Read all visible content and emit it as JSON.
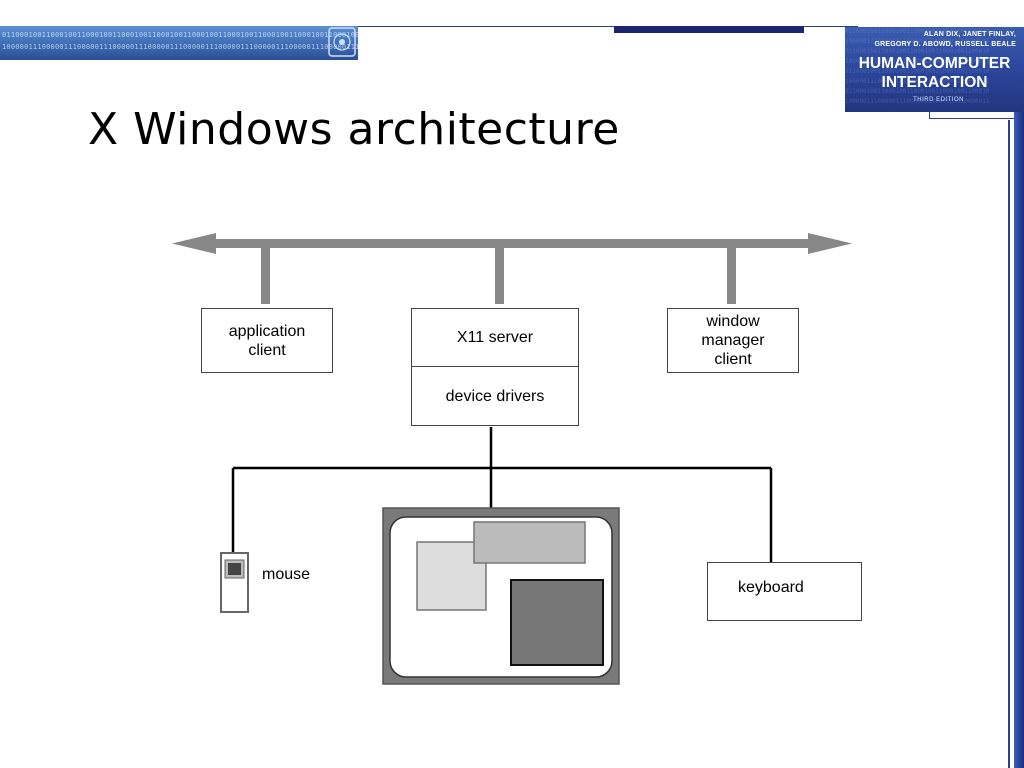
{
  "slide": {
    "title": "X Windows architecture"
  },
  "book_cover": {
    "authors": "ALAN DIX, JANET FINLAY,\nGREGORY D. ABOWD, RUSSELL BEALE",
    "title": "HUMAN-COMPUTER\nINTERACTION",
    "edition": "THIRD EDITION"
  },
  "diagram": {
    "application_client": "application\nclient",
    "x11_server": "X11 server",
    "device_drivers": "device drivers",
    "window_manager_client": "window\nmanager\nclient",
    "mouse": "mouse",
    "keyboard": "keyboard"
  },
  "colors": {
    "bus": "#888888",
    "border": "#444444",
    "banner_blue": "#2a4f94",
    "screen_frame": "#777777",
    "window_light": "#dddddd",
    "window_mid": "#bbbbbb",
    "window_dark": "#777777"
  }
}
